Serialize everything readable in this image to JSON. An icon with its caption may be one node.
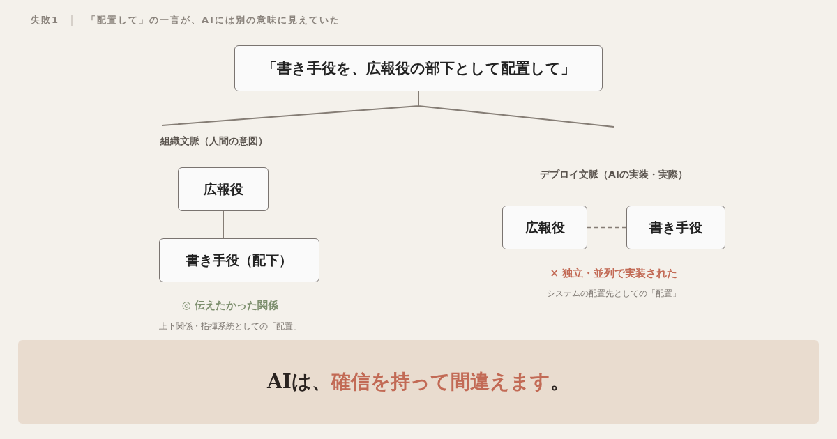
{
  "diagram": {
    "title": "「配置して」の一言が、AIには別の意味に見えていた",
    "nodes": [
      {
        "text": [
          "「書き手役を、広報役の部下として配置して」"
        ]
      },
      {
        "text": [
          "組織文脈（人間の意図）"
        ]
      },
      {
        "text": [
          "広報役"
        ]
      },
      {
        "text": [
          "書き手役（配下）"
        ]
      },
      {
        "text": [
          "デプロイ文脈（AIの実装・実際）"
        ]
      },
      {
        "text": [
          "広報役"
        ]
      },
      {
        "text": [
          "書き手役"
        ]
      },
      {
        "text": [
          "AIは、",
          "確信を持って間違えます",
          "。"
        ]
      }
    ],
    "edges": [
      {
        "from": 0,
        "to": 1,
        "arrow": "none"
      },
      {
        "from": 0,
        "to": 4,
        "arrow": "none"
      },
      {
        "from": 2,
        "to": 3,
        "arrow": "none"
      },
      {
        "from": 5,
        "to": 6,
        "arrow": "none",
        "style": "dashed"
      }
    ],
    "labels": [
      "失敗1",
      "◎ 伝えたかった関係",
      "上下関係・指揮系統としての「配置」",
      "× 独立・並列で実装された",
      "システムの配置先としての「配置」"
    ]
  }
}
